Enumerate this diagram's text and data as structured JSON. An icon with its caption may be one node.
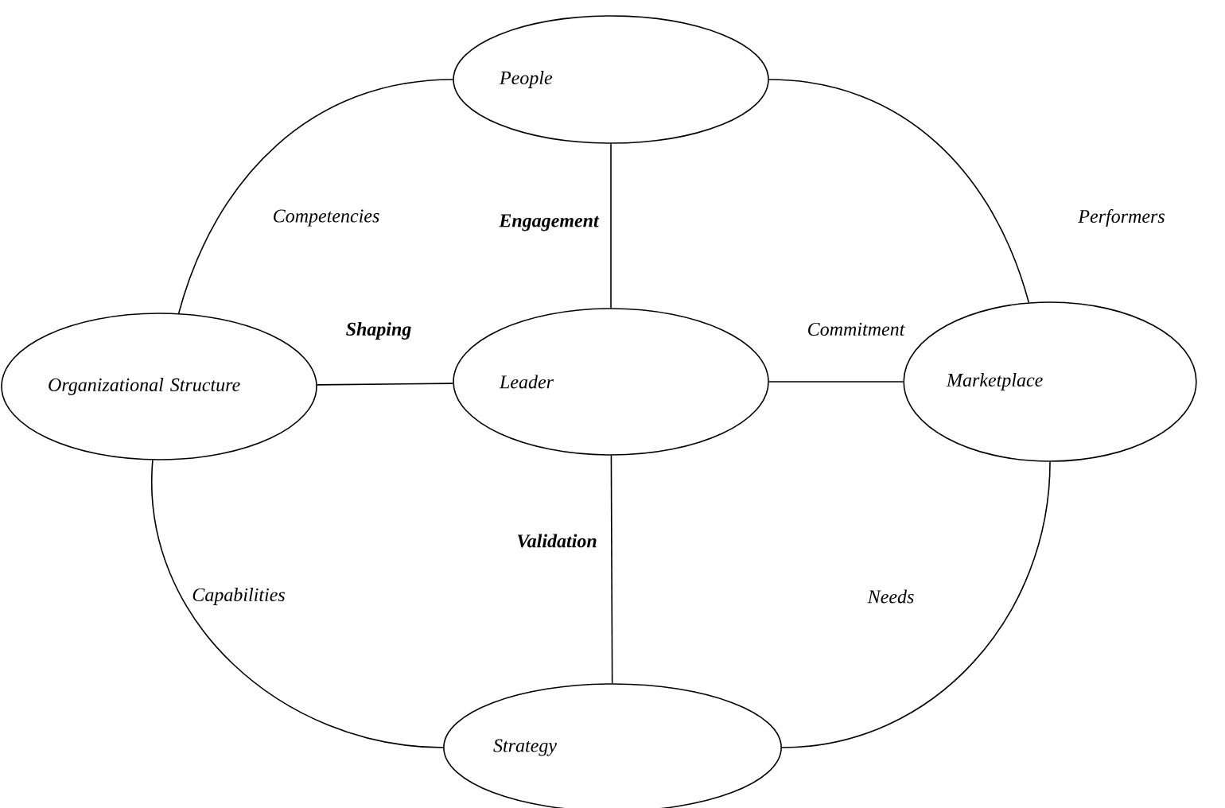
{
  "diagram": {
    "nodes": [
      {
        "text": [
          "People"
        ]
      },
      {
        "text": [
          "Organizational Structure"
        ]
      },
      {
        "text": [
          "Leader"
        ]
      },
      {
        "text": [
          "Marketplace"
        ]
      },
      {
        "text": [
          "Strategy"
        ]
      }
    ],
    "edges": [
      {
        "from": 0,
        "to": 2,
        "arrow": "none",
        "label": "Engagement"
      },
      {
        "from": 1,
        "to": 2,
        "arrow": "none",
        "label": "Shaping"
      },
      {
        "from": 2,
        "to": 3,
        "arrow": "none",
        "label": "Commitment"
      },
      {
        "from": 2,
        "to": 4,
        "arrow": "none",
        "label": "Validation"
      },
      {
        "from": 0,
        "to": 1,
        "arrow": "none",
        "label": "Competencies"
      },
      {
        "from": 0,
        "to": 3,
        "arrow": "none",
        "label": "Performers"
      },
      {
        "from": 1,
        "to": 4,
        "arrow": "none",
        "label": "Capabilities"
      },
      {
        "from": 3,
        "to": 4,
        "arrow": "none",
        "label": "Needs"
      }
    ]
  }
}
